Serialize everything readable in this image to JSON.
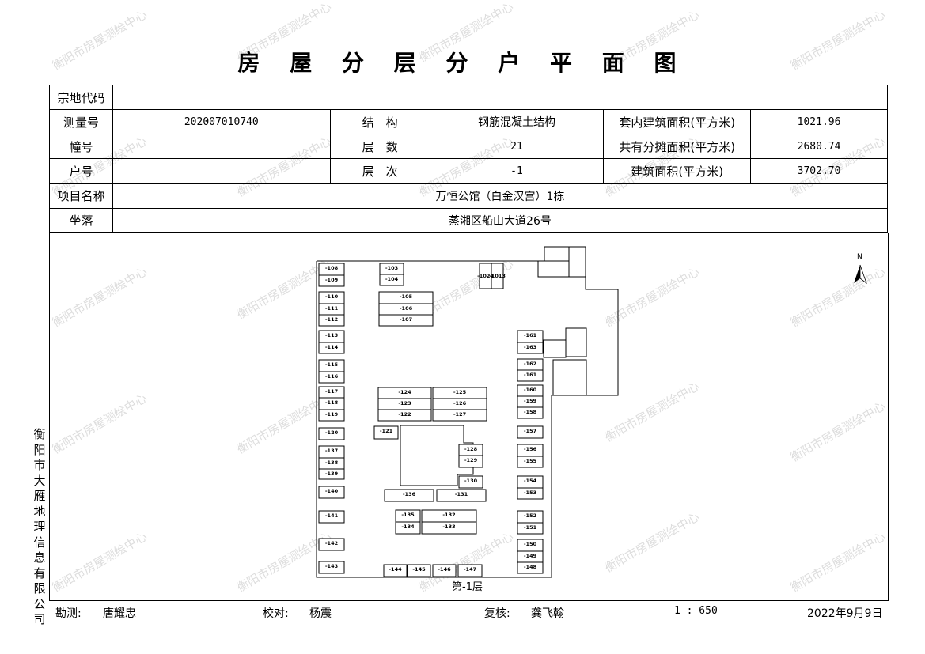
{
  "title": "房 屋 分 层 分 户 平 面 图",
  "watermark": "衡阳市房屋测绘中心",
  "table": {
    "parcel_code_label": "宗地代码",
    "parcel_code": "",
    "survey_no_label": "测量号",
    "survey_no": "202007010740",
    "structure_label": "结　构",
    "structure": "钢筋混凝土结构",
    "inner_area_label": "套内建筑面积(平方米)",
    "inner_area": "1021.96",
    "building_no_label": "幢号",
    "building_no": "",
    "floors_label": "层　数",
    "floors": "21",
    "shared_area_label": "共有分摊面积(平方米)",
    "shared_area": "2680.74",
    "unit_no_label": "户号",
    "unit_no": "",
    "floor_level_label": "层　次",
    "floor_level": "-1",
    "total_area_label": "建筑面积(平方米)",
    "total_area": "3702.70",
    "project_name_label": "项目名称",
    "project_name": "万恒公馆（白金汉宫）1栋",
    "location_label": "坐落",
    "location": "蒸湘区船山大道26号"
  },
  "plan": {
    "floor_caption": "第-1层",
    "north": "N",
    "rooms": {
      "r108": "-108",
      "r109": "-109",
      "r110": "-110",
      "r111": "-111",
      "r112": "-112",
      "r113": "-113",
      "r114": "-114",
      "r115": "-115",
      "r116": "-116",
      "r117": "-117",
      "r118": "-118",
      "r119": "-119",
      "r120": "-120",
      "r137": "-137",
      "r138": "-138",
      "r139": "-139",
      "r140": "-140",
      "r141": "-141",
      "r142": "-142",
      "r143": "-143",
      "r103": "-103",
      "r104": "-104",
      "r105": "-105",
      "r106": "-106",
      "r107": "-107",
      "r124": "-124",
      "r123": "-123",
      "r122": "-122",
      "r125": "-125",
      "r126": "-126",
      "r127": "-127",
      "r121": "-121",
      "r128": "-128",
      "r129": "-129",
      "r130": "-130",
      "r136": "-136",
      "r131": "-131",
      "r135": "-135",
      "r134": "-134",
      "r132": "-132",
      "r133": "-133",
      "r144": "-144",
      "r145": "-145",
      "r146": "-146",
      "r147": "-147",
      "r161a": "-161",
      "r163": "-163",
      "r162": "-162",
      "r161b": "-161",
      "r160": "-160",
      "r159": "-159",
      "r158": "-158",
      "r157": "-157",
      "r156": "-156",
      "r155": "-155",
      "r154": "-154",
      "r153": "-153",
      "r152": "-152",
      "r151": "-151",
      "r150": "-150",
      "r149": "-149",
      "r148": "-148",
      "r1024": "-1024",
      "r1013": "-1013"
    }
  },
  "footer": {
    "surveyor_label": "勘测:",
    "surveyor": "唐耀忠",
    "checker_label": "校对:",
    "checker": "杨震",
    "reviewer_label": "复核:",
    "reviewer": "龚飞翰",
    "scale": "1 : 650",
    "date": "2022年9月9日"
  },
  "company": "衡阳市大雁地理信息有限公司"
}
